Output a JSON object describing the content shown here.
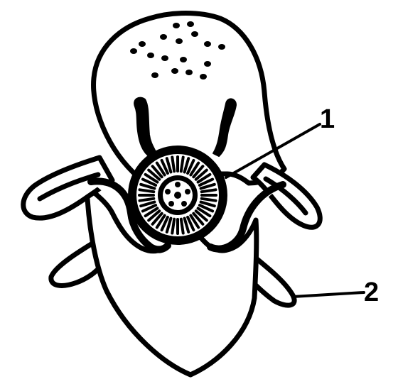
{
  "diagram": {
    "labels": [
      {
        "id": "label-1",
        "text": "1"
      },
      {
        "id": "label-2",
        "text": "2"
      }
    ],
    "colors": {
      "ink": "#000000",
      "paper": "#ffffff"
    }
  }
}
